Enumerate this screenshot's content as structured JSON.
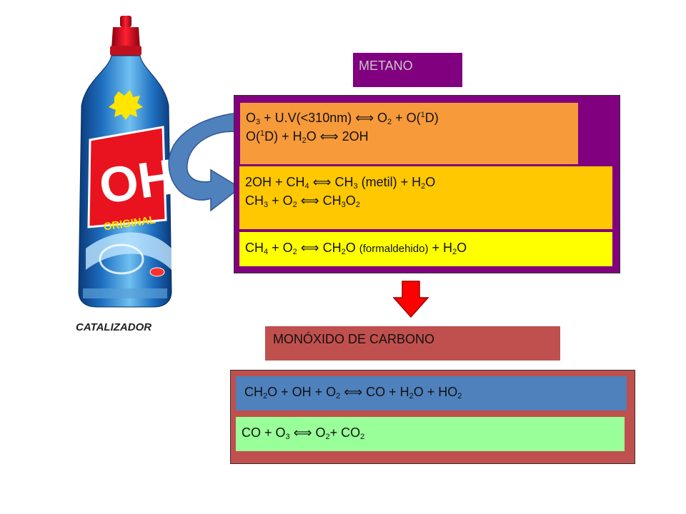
{
  "catalyst": {
    "bottle_label": "OH",
    "bottle_sublabel": "ORIGINAL",
    "caption": "CATALIZADOR"
  },
  "metano": {
    "title": "METANO",
    "block1": {
      "line1": {
        "a": "O",
        "a_sub": "3",
        "b": " + U.V(<310nm) ",
        "arrow": "⟺",
        "c": " O",
        "c_sub": "2",
        "d": " + O(",
        "d_sup": "1",
        "e": "D)"
      },
      "line2": {
        "a": "O(",
        "a_sup": "1",
        "b": "D) + H",
        "b_sub": "2",
        "c": "O ",
        "arrow": "⟺",
        "d": " 2OH"
      }
    },
    "block2": {
      "line1": {
        "a": "2OH + CH",
        "a_sub": "4",
        "b": " ",
        "arrow": "⟺",
        "c": " CH",
        "c_sub": "3",
        "d": " (metil) + H",
        "d_sub": "2",
        "e": "O"
      },
      "line2": {
        "a": "CH",
        "a_sub": "3",
        "b": " + O",
        "b_sub": "2",
        "c": " ",
        "arrow": "⟺",
        "d": " CH",
        "d_sub": "3",
        "e": "O",
        "e_sub": "2"
      }
    },
    "block3": {
      "line1": {
        "a": "CH",
        "a_sub": "4",
        "b": " + O",
        "b_sub": "2",
        "c": " ",
        "arrow": "⟺",
        "d": " CH",
        "d_sub": "2",
        "e": "O ",
        "f": "(formaldehido)",
        "g": " + H",
        "g_sub": "2",
        "h": "O"
      }
    }
  },
  "co": {
    "title": "MONÓXIDO DE CARBONO",
    "block1": {
      "line1": {
        "a": "CH",
        "a_sub": "2",
        "b": "O + OH + O",
        "b_sub": "2",
        "c": " ",
        "arrow": "⟺",
        "d": " CO + H",
        "d_sub": "2",
        "e": "O + HO",
        "e_sub": "2"
      }
    },
    "block2": {
      "line1": {
        "a": "CO + O",
        "a_sub": "3",
        "b": " ",
        "arrow": "⟺",
        "c": " O",
        "c_sub": "2",
        "d": "+ CO",
        "d_sub": "2"
      }
    }
  },
  "colors": {
    "purple": "#800080",
    "orange": "#f79a3a",
    "gold": "#ffc800",
    "yellow": "#ffff00",
    "brick": "#c0504d",
    "blue": "#4f81bd",
    "green": "#99ff99",
    "red_arrow": "#ff0000"
  }
}
